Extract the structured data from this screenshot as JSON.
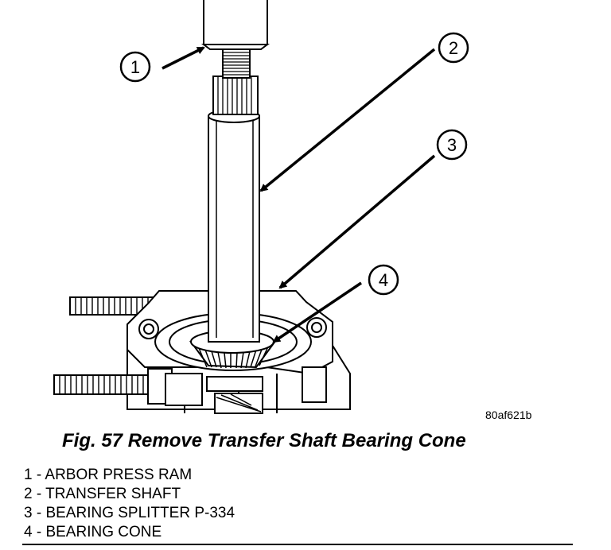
{
  "figure": {
    "drawing_code": "80af621b",
    "caption": "Fig. 57 Remove Transfer Shaft Bearing Cone",
    "callouts": [
      "1",
      "2",
      "3",
      "4"
    ]
  },
  "legend": [
    "1 - ARBOR PRESS RAM",
    "2 - TRANSFER SHAFT",
    "3 - BEARING SPLITTER P-334",
    "4 - BEARING CONE"
  ]
}
